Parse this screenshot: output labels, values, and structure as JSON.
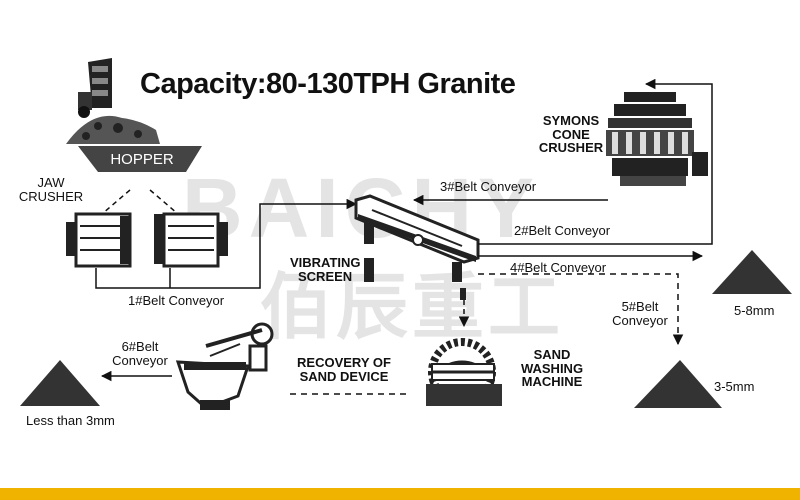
{
  "title": "Capacity:80-130TPH Granite",
  "watermark": {
    "latin": "BAICHY",
    "cjk": "佰辰重工"
  },
  "equipment": {
    "hopper": "HOPPER",
    "jaw_crusher": [
      "JAW",
      "CRUSHER"
    ],
    "cone_crusher": [
      "SYMONS",
      "CONE",
      "CRUSHER"
    ],
    "vibrating_screen": [
      "VIBRATING",
      "SCREEN"
    ],
    "sand_washing": [
      "SAND",
      "WASHING",
      "MACHINE"
    ],
    "sand_recovery": [
      "RECOVERY OF",
      "SAND DEVICE"
    ]
  },
  "conveyors": {
    "c1": "1#Belt Conveyor",
    "c2": "2#Belt Conveyor",
    "c3": "3#Belt Conveyor",
    "c4": "4#Belt Conveyor",
    "c5": [
      "5#Belt",
      "Conveyor"
    ],
    "c6": [
      "6#Belt",
      "Conveyor"
    ]
  },
  "products": {
    "p1": "5-8mm",
    "p2": "3-5mm",
    "p3": "Less than 3mm"
  },
  "colors": {
    "accent_bar": "#f0b400",
    "ink": "#111111",
    "watermark": "#e4e4e4"
  }
}
